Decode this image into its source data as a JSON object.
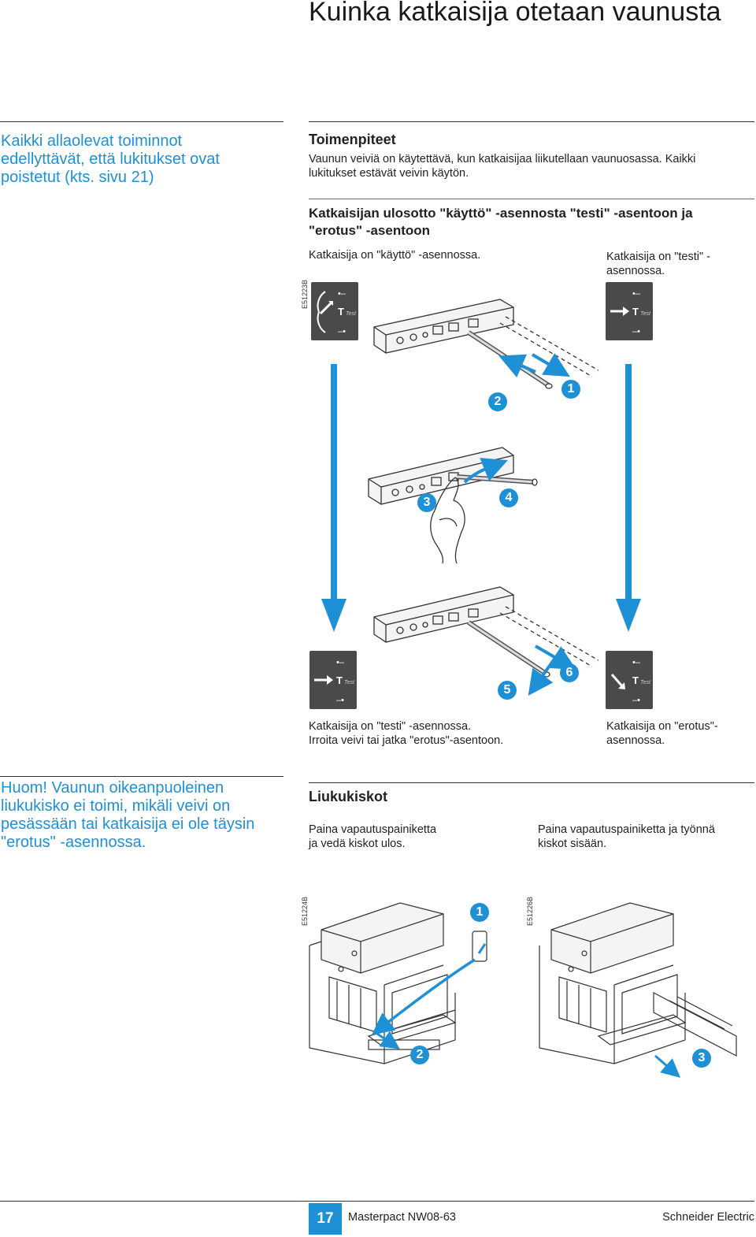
{
  "page": {
    "title": "Kuinka katkaisija otetaan vaunusta"
  },
  "notes": {
    "left_top": "Kaikki allaolevat toiminnot edellyttävät, että lukitukset ovat poistetut (kts. sivu 21)",
    "left_top_lines": [
      "Kaikki allaolevat toiminnot",
      "edellyttävät, että lukitukset ovat",
      "poistetut (kts. sivu 21)"
    ],
    "left_bottom_lines": [
      "Huom! Vaunun oikeanpuoleinen",
      "liukukisko ei toimi, mikäli veivi on",
      "pesässään tai katkaisija ei ole täysin",
      "\"erotus\" -asennossa."
    ]
  },
  "section1": {
    "heading": "Toimenpiteet",
    "body_lines": [
      "Vaunun veiviä on käytettävä, kun katkaisijaa liikutellaan vaunuosassa. Kaikki",
      "lukitukset estävät veivin käytön."
    ],
    "subheading_lines": [
      "Katkaisijan ulosotto \"käyttö\" -asennosta \"testi\" -asentoon ja",
      "\"erotus\" -asentoon"
    ],
    "caption_left": "Katkaisija on \"käyttö\" -asennossa.",
    "caption_right_lines": [
      "Katkaisija on \"testi\" -",
      "asennossa."
    ],
    "figure_id": "E51223B",
    "caption_bottom_left_lines": [
      "Katkaisija on \"testi\" -asennossa.",
      "Irroita veivi tai jatka \"erotus\"-asentoon."
    ],
    "caption_bottom_right_lines": [
      "Katkaisija on \"erotus\"-",
      "asennossa."
    ],
    "indicator_test_label": "Test",
    "indicator_t_label": "T",
    "steps": [
      "1",
      "2",
      "3",
      "4",
      "5",
      "6"
    ]
  },
  "section2": {
    "heading": "Liukukiskot",
    "caption_left_lines": [
      "Paina vapautuspainiketta",
      "ja vedä kiskot ulos."
    ],
    "caption_right_lines": [
      "Paina vapautuspainiketta ja työnnä",
      "kiskot sisään."
    ],
    "figure_id_left": "E51224B",
    "figure_id_right": "E51226B",
    "steps": [
      "1",
      "2",
      "3"
    ]
  },
  "footer": {
    "page_number": "17",
    "product": "Masterpact NW08-63",
    "brand": "Schneider Electric"
  },
  "colors": {
    "accent_blue": "#1e90d6",
    "indicator_gray": "#4a4a4a",
    "rule_dark": "#333333"
  }
}
